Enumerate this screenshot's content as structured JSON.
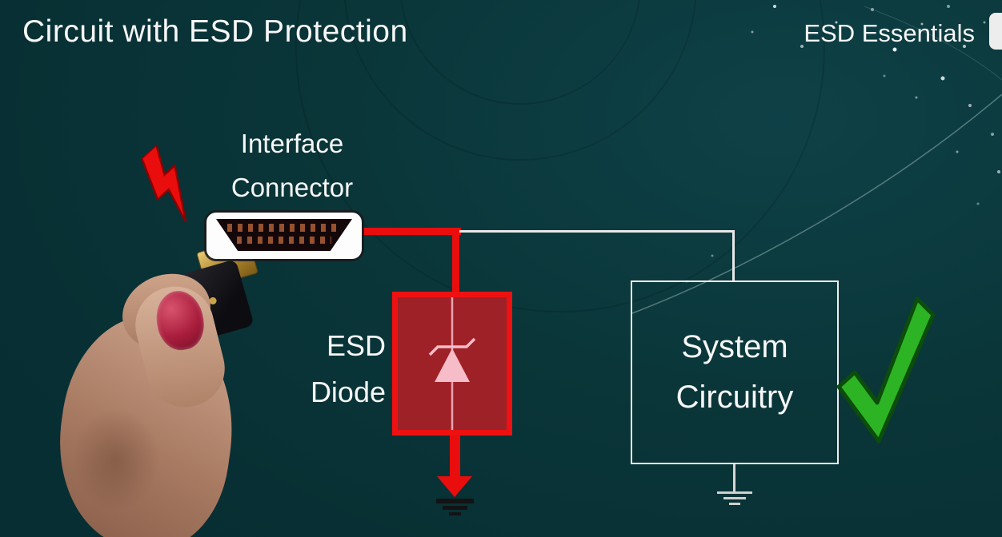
{
  "header": {
    "title": "Circuit with ESD Protection",
    "brand": "ESD Essentials"
  },
  "diagram": {
    "interface_connector": {
      "line1": "Interface",
      "line2": "Connector"
    },
    "esd_diode": {
      "line1": "ESD",
      "line2": "Diode"
    },
    "system_circuitry": {
      "line1": "System",
      "line2": "Circuitry"
    }
  },
  "icons": {
    "lightning_bolt": "esd-strike-bolt",
    "hdmi_connector": "hdmi-socket-top-view",
    "hand_photo": "hand-holding-hdmi-plug",
    "zener_diode": "zener-diode-symbol",
    "ground_diode": "ground-symbol",
    "ground_system": "ground-symbol",
    "checkmark": "green-checkmark",
    "logo": "channel-logo"
  },
  "colors": {
    "background": "#0a3639",
    "text_white": "#f7f7f7",
    "wire_red": "#e90d0d",
    "diode_box_border": "#ee1111",
    "diode_box_fill": "#9e2127",
    "diode_symbol_pink": "#f6bcc8",
    "wire_white": "#e9e9e9",
    "ground_dark": "#131313",
    "check_green": "#2db425",
    "check_green_dark": "#0b4d0b"
  }
}
